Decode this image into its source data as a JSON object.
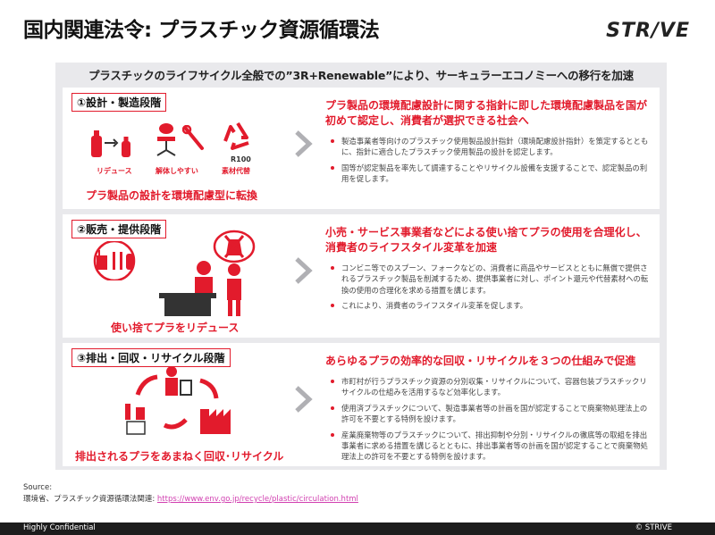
{
  "page": {
    "title": "国内関連法令: プラスチック資源循環法",
    "logo": "STR/VE"
  },
  "panel": {
    "heading": "プラスチックのライフサイクル全般での”3R+Renewable”により、サーキュラーエコノミーへの移行を加速"
  },
  "sections": [
    {
      "stage": "①設計・製造段階",
      "icon_labels": [
        "リデュース",
        "解体しやすい",
        "素材代替"
      ],
      "icon_badge": "R100",
      "caption": "プラ製品の設計を環境配慮型に転換",
      "headline": "プラ製品の環境配慮設計に関する指針に即した環境配慮製品を国が初めて認定し、消費者が選択できる社会へ",
      "bullets": [
        "製造事業者等向けのプラスチック使用製品設計指針（環境配慮設計指針）を策定するとともに、指針に適合したプラスチック使用製品の設計を認定します。",
        "国等が認定製品を率先して調達することやリサイクル設備を支援することで、認定製品の利用を促します。"
      ]
    },
    {
      "stage": "②販売・提供段階",
      "caption": "使い捨てプラをリデュース",
      "headline": "小売・サービス事業者などによる使い捨てプラの使用を合理化し、消費者のライフスタイル変革を加速",
      "bullets": [
        "コンビニ等でのスプーン、フォークなどの、消費者に商品やサービスとともに無償で提供されるプラスチック製品を削減するため、提供事業者に対し、ポイント還元や代替素材への転換の使用の合理化を求める措置を講じます。",
        "これにより、消費者のライフスタイル変革を促します。"
      ]
    },
    {
      "stage": "③排出・回収・リサイクル段階",
      "caption": "排出されるプラをあまねく回収･リサイクル",
      "headline": "あらゆるプラの効率的な回収・リサイクルを３つの仕組みで促進",
      "bullets": [
        "市町村が行うプラスチック資源の分別収集・リサイクルについて、容器包装プラスチックリサイクルの仕組みを活用するなど効率化します。",
        "使用済プラスチックについて、製造事業者等の計画を国が認定することで廃棄物処理法上の許可を不要とする特例を設けます。",
        "産業廃棄物等のプラスチックについて、排出抑制や分別・リサイクルの徹底等の取組を排出事業者に求める措置を講じるとともに、排出事業者等の計画を国が認定することで廃棄物処理法上の許可を不要とする特例を設けます。"
      ]
    }
  ],
  "source": {
    "label": "Source:",
    "text": "環境省、プラスチック資源循環法関連: ",
    "url": "https://www.env.go.jp/recycle/plastic/circulation.html"
  },
  "footer": {
    "left": "Highly Confidential",
    "right": "© STRIVE"
  },
  "colors": {
    "accent": "#e21b2c",
    "panel_bg": "#e9e9ec",
    "footer_bg": "#1d1d1d"
  }
}
